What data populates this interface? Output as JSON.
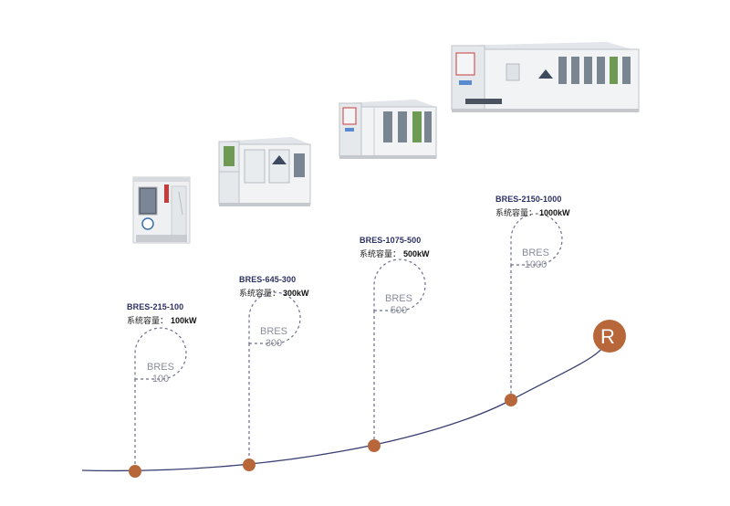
{
  "logo_letter": "R",
  "products": [
    {
      "model": "BRES-215-100",
      "capacity_label": "系统容量：",
      "capacity_value": "100kW",
      "bubble": [
        "BRES",
        "100"
      ]
    },
    {
      "model": "BRES-645-300",
      "capacity_label": "系统容量：",
      "capacity_value": "300kW",
      "bubble": [
        "BRES",
        "300"
      ]
    },
    {
      "model": "BRES-1075-500",
      "capacity_label": "系统容量：",
      "capacity_value": "500kW",
      "bubble": [
        "BRES",
        "500"
      ]
    },
    {
      "model": "BRES-2150-1000",
      "capacity_label": "系统容量：",
      "capacity_value": "1000kW",
      "bubble": [
        "BRES",
        "1000"
      ]
    }
  ],
  "colors": {
    "curve": "#3a3f72",
    "dot": "#b8673a",
    "dash": "#6b6f8c",
    "title": "#2b2f63"
  }
}
